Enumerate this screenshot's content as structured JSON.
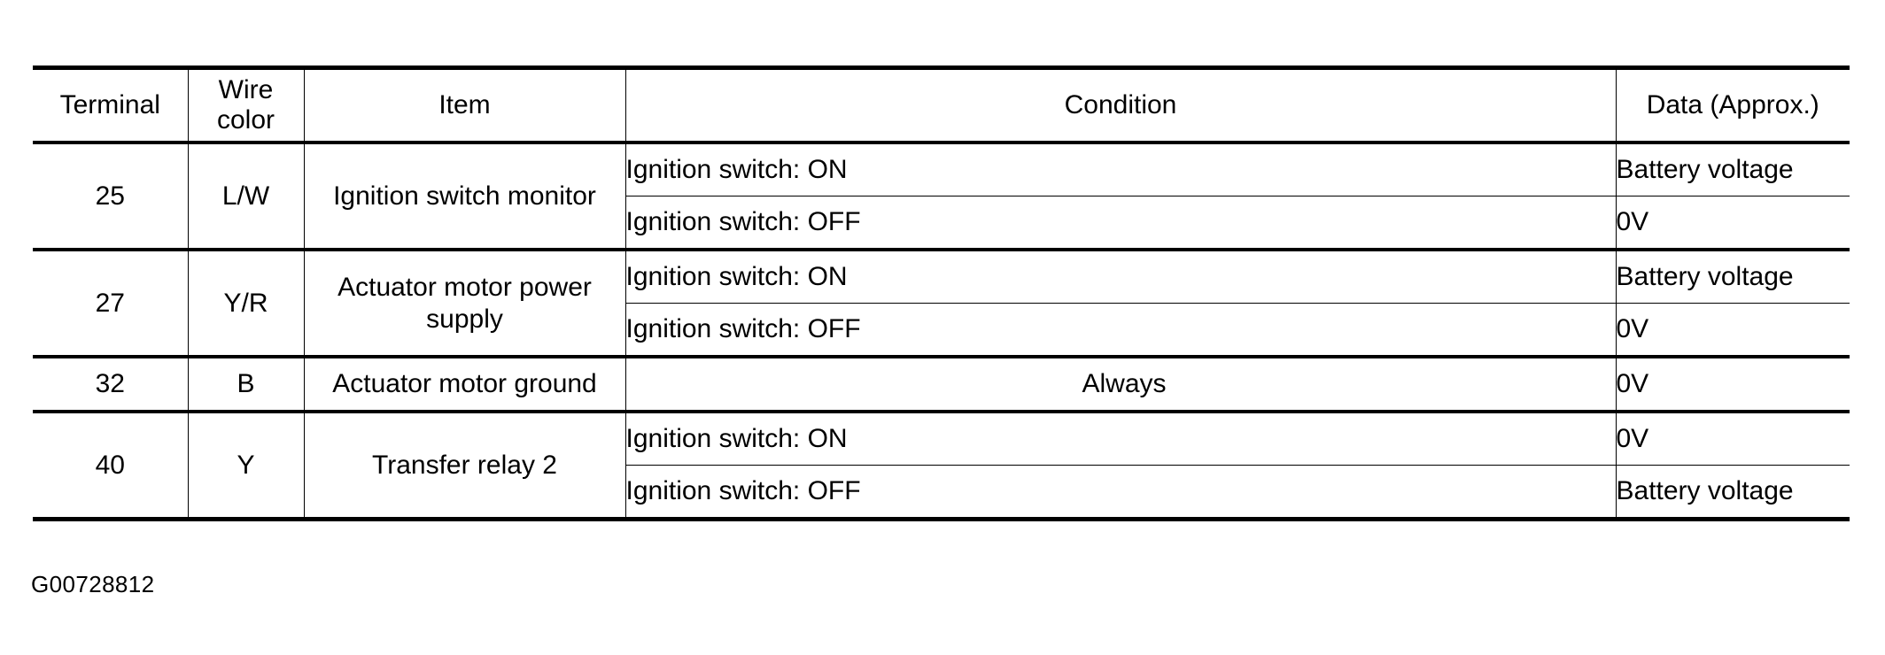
{
  "document": {
    "figure_id": "G00728812"
  },
  "table": {
    "columns": [
      {
        "key": "terminal",
        "label": "Terminal"
      },
      {
        "key": "wire_color_line1",
        "label": "Wire"
      },
      {
        "key": "wire_color_line2",
        "label": "color"
      },
      {
        "key": "item",
        "label": "Item"
      },
      {
        "key": "condition",
        "label": "Condition"
      },
      {
        "key": "data",
        "label": "Data (Approx.)"
      }
    ],
    "rows": [
      {
        "terminal": "25",
        "wire_color": "L/W",
        "item": "Ignition switch monitor",
        "entries": [
          {
            "condition": "Ignition switch: ON",
            "condition_align": "left",
            "data": "Battery voltage"
          },
          {
            "condition": "Ignition switch: OFF",
            "condition_align": "left",
            "data": "0V"
          }
        ]
      },
      {
        "terminal": "27",
        "wire_color": "Y/R",
        "item": "Actuator motor power supply",
        "entries": [
          {
            "condition": "Ignition switch: ON",
            "condition_align": "left",
            "data": "Battery voltage"
          },
          {
            "condition": "Ignition switch: OFF",
            "condition_align": "left",
            "data": "0V"
          }
        ]
      },
      {
        "terminal": "32",
        "wire_color": "B",
        "item": "Actuator motor ground",
        "entries": [
          {
            "condition": "Always",
            "condition_align": "center",
            "data": "0V"
          }
        ]
      },
      {
        "terminal": "40",
        "wire_color": "Y",
        "item": "Transfer relay 2",
        "entries": [
          {
            "condition": "Ignition switch: ON",
            "condition_align": "left",
            "data": "0V"
          },
          {
            "condition": "Ignition switch: OFF",
            "condition_align": "left",
            "data": "Battery voltage"
          }
        ]
      }
    ]
  }
}
